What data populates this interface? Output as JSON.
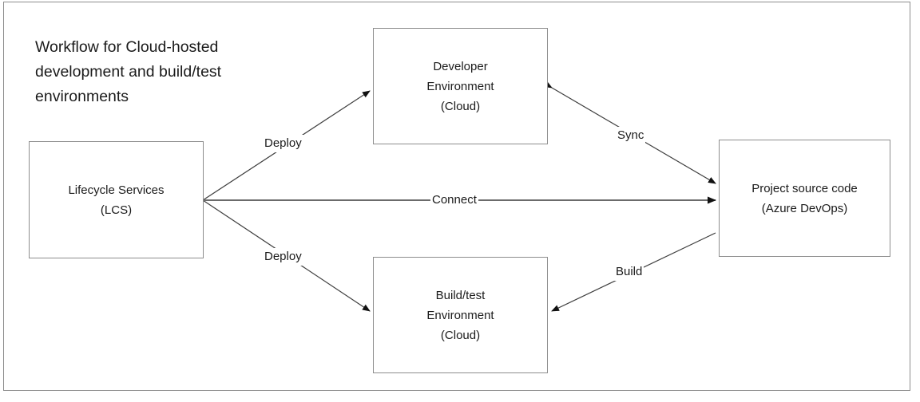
{
  "diagram": {
    "title": "Workflow for Cloud-hosted\ndevelopment and build/test\nenvironments",
    "background_color": "#ffffff",
    "line_color": "#3f3f3f",
    "connect_line_color": "#6b6b6b",
    "box_border_color": "#8d8d8d",
    "text_color": "#1b1b1b",
    "nodes": [
      {
        "id": "lcs",
        "label": "Lifecycle Services\n(LCS)"
      },
      {
        "id": "dev",
        "label": "Developer\nEnvironment\n(Cloud)"
      },
      {
        "id": "buildtest",
        "label": "Build/test\nEnvironment\n(Cloud)"
      },
      {
        "id": "source",
        "label": "Project source code\n(Azure DevOps)"
      }
    ],
    "edges": [
      {
        "id": "deploy-top",
        "label": "Deploy",
        "from": "lcs",
        "to": "dev",
        "direction": "one-way"
      },
      {
        "id": "deploy-bottom",
        "label": "Deploy",
        "from": "lcs",
        "to": "buildtest",
        "direction": "one-way"
      },
      {
        "id": "connect",
        "label": "Connect",
        "from": "lcs",
        "to": "source",
        "direction": "one-way"
      },
      {
        "id": "sync",
        "label": "Sync",
        "from": "dev",
        "to": "source",
        "direction": "two-way"
      },
      {
        "id": "build",
        "label": "Build",
        "from": "source",
        "to": "buildtest",
        "direction": "two-way"
      }
    ]
  }
}
